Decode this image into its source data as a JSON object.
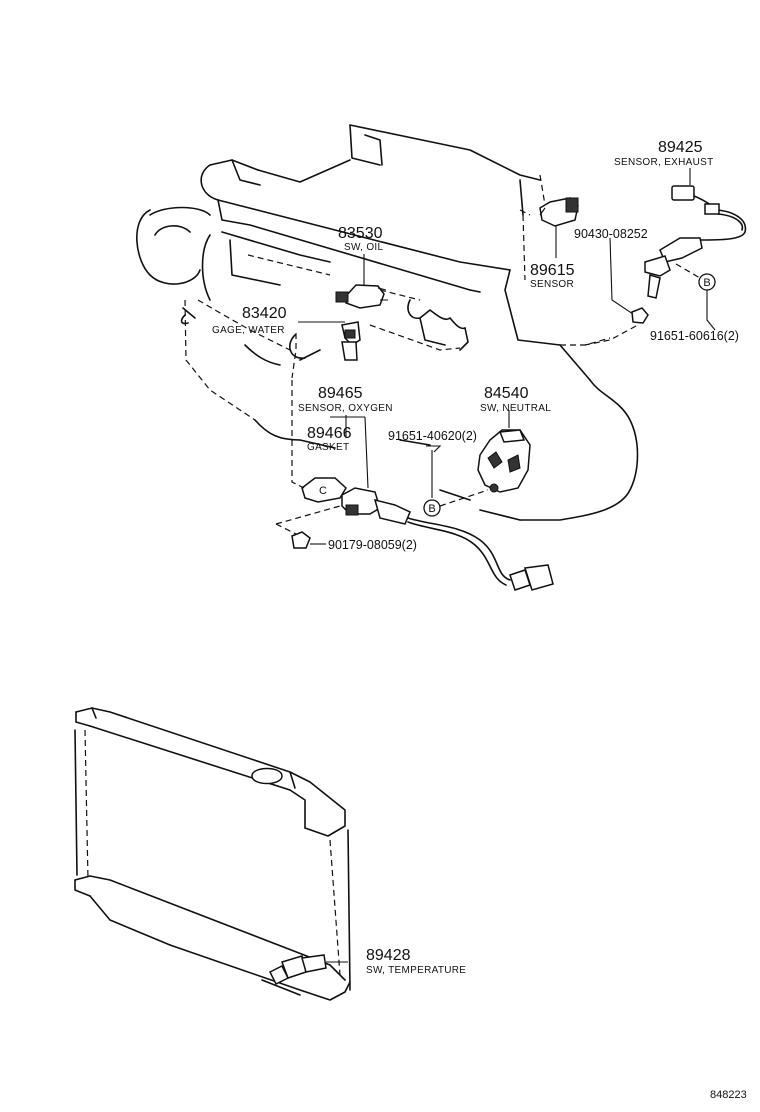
{
  "parts": [
    {
      "key": "p89425",
      "number": "89425",
      "name": "SENSOR, EXHAUST"
    },
    {
      "key": "p83530",
      "number": "83530",
      "name": "SW, OIL"
    },
    {
      "key": "p89615",
      "number": "89615",
      "name": "SENSOR"
    },
    {
      "key": "p83420",
      "number": "83420",
      "name": "GAGE, WATER"
    },
    {
      "key": "p89465",
      "number": "89465",
      "name": "SENSOR, OXYGEN"
    },
    {
      "key": "p89466",
      "number": "89466",
      "name": "GASKET"
    },
    {
      "key": "p84540",
      "number": "84540",
      "name": "SW, NEUTRAL"
    },
    {
      "key": "p89428",
      "number": "89428",
      "name": "SW, TEMPERATURE"
    }
  ],
  "fasteners": [
    {
      "key": "f90430",
      "number": "90430-08252"
    },
    {
      "key": "f91651a",
      "number": "91651-60616(2)"
    },
    {
      "key": "f91651b",
      "number": "91651-40620(2)"
    },
    {
      "key": "f90179",
      "number": "90179-08059(2)"
    }
  ],
  "callouts": {
    "B": "B",
    "C": "C"
  },
  "diagram_code": "848223"
}
